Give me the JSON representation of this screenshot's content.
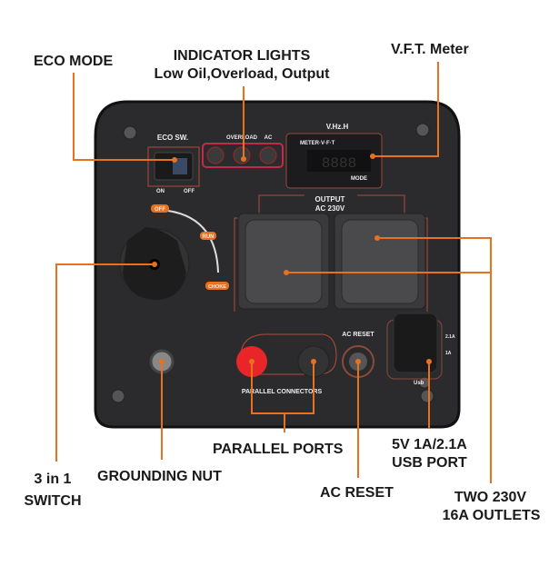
{
  "callouts": {
    "eco_mode": "ECO MODE",
    "indicator_title": "INDICATOR LIGHTS",
    "indicator_sub": "Low Oil,Overload, Output",
    "vft_meter": "V.F.T. Meter",
    "switch_line1": "3 in 1",
    "switch_line2": "SWITCH",
    "grounding_nut": "GROUNDING NUT",
    "parallel_ports": "PARALLEL PORTS",
    "ac_reset": "AC RESET",
    "usb_line1": "5V 1A/2.1A",
    "usb_line2": "USB PORT",
    "outlets_line1": "TWO 230V",
    "outlets_line2": "16A OUTLETS"
  },
  "panel": {
    "eco_sw": "ECO SW.",
    "on": "ON",
    "off": "OFF",
    "overload": "OVERLOAD",
    "ac": "AC",
    "vhzh": "V.Hz.H",
    "meter": "METER·V·F·T",
    "display": "8888",
    "mode": "MODE",
    "output": "OUTPUT",
    "output_v": "AC 230V",
    "knob_off": "OFF",
    "knob_run": "RUN",
    "knob_choke": "CHOKE",
    "ac_reset": "AC RESET",
    "parallel": "PARALLEL CONNECTORS",
    "usb_21": "2.1A",
    "usb_1": "1A",
    "usb": "Usb"
  },
  "colors": {
    "accent": "#e8711f",
    "panel": "#2b2b2e"
  }
}
